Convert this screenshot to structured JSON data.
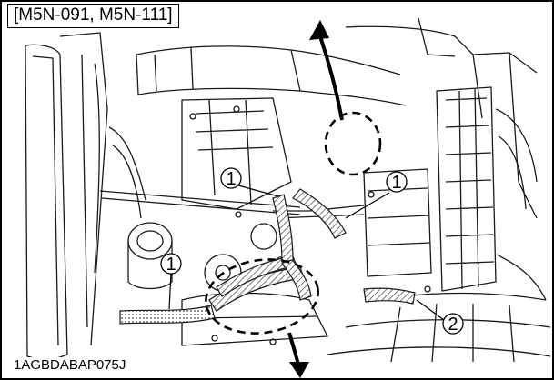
{
  "header_label": "[M5N-091, M5N-111]",
  "figure_code": "1AGBDABAP075J",
  "callouts": [
    {
      "id": "c1a",
      "number": "1"
    },
    {
      "id": "c1b",
      "number": "1"
    },
    {
      "id": "c1c",
      "number": "1"
    },
    {
      "id": "c2",
      "number": "2"
    }
  ],
  "colors": {
    "line": "#1a1a1a",
    "hatch": "#666666",
    "background": "#ffffff"
  }
}
